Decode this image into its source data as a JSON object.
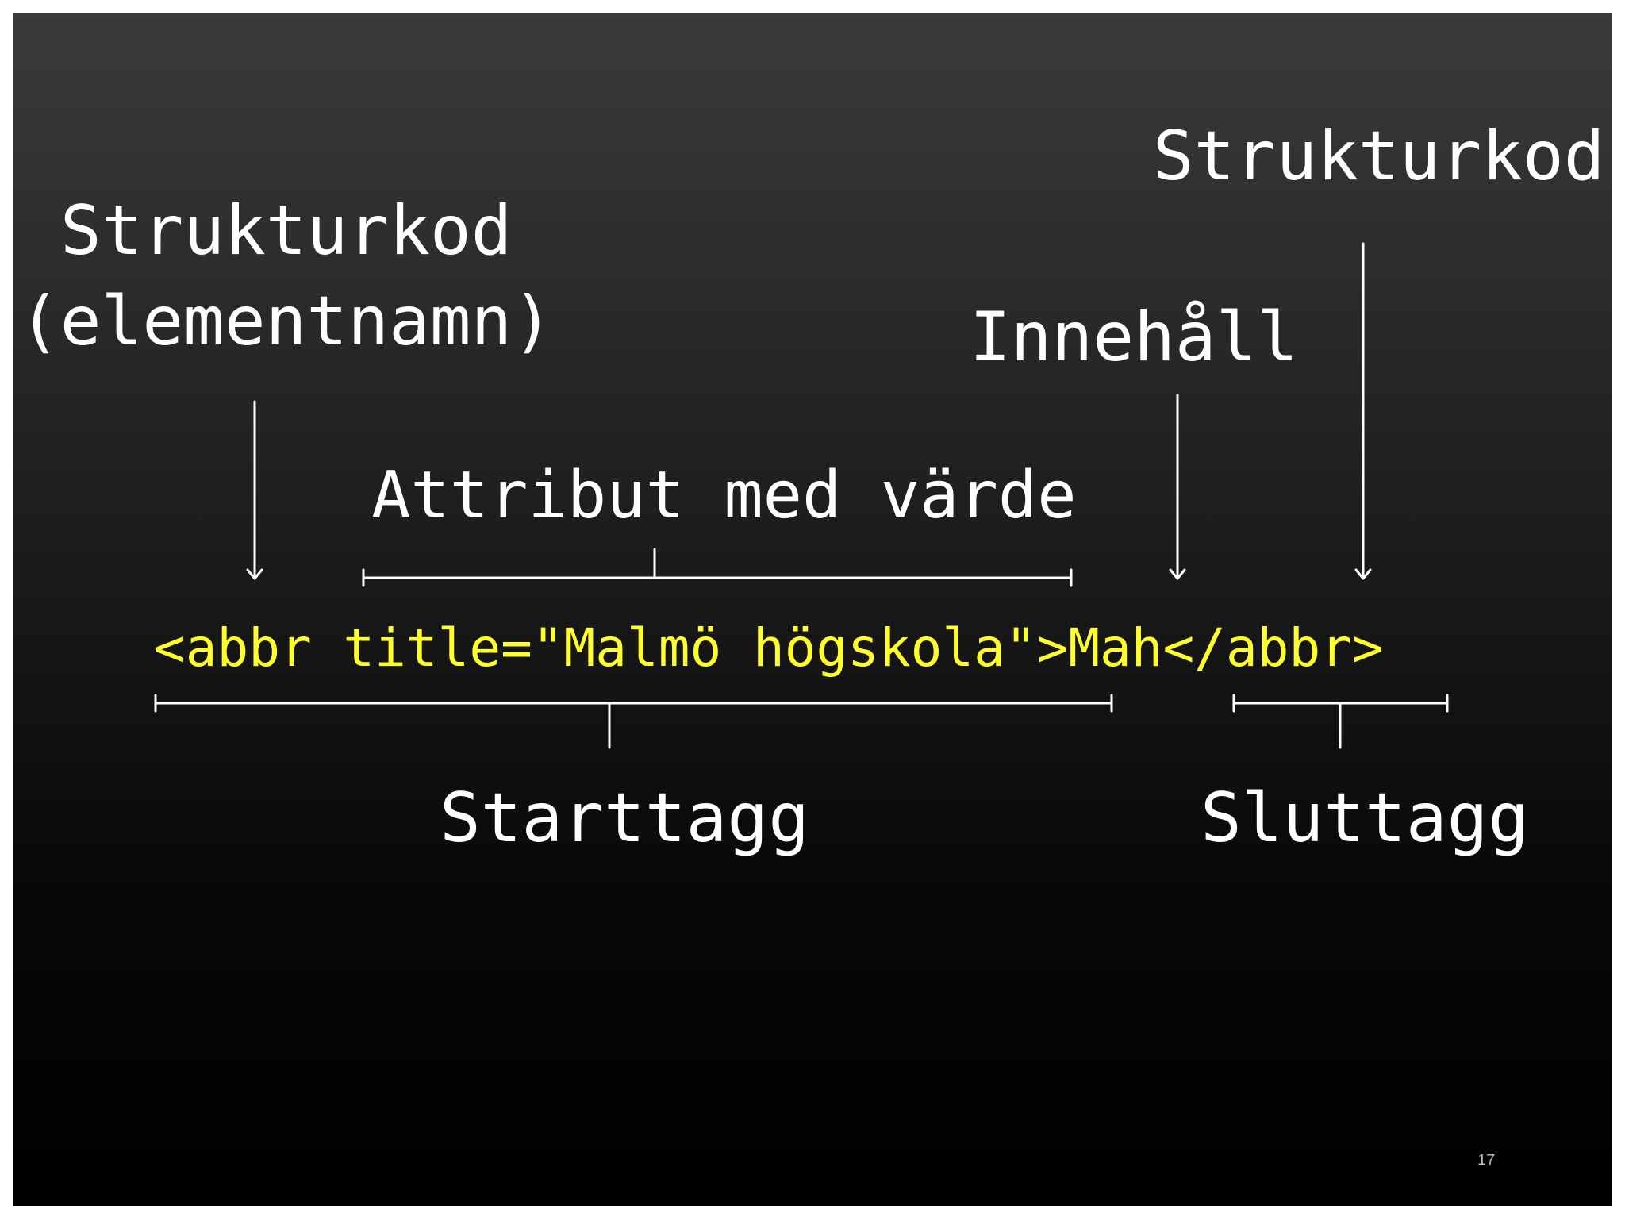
{
  "labels": {
    "strukturkod_left": "Strukturkod",
    "elementnamn": "(elementnamn)",
    "attribut_med_varde": "Attribut med värde",
    "innehall": "Innehåll",
    "strukturkod_right": "Strukturkod",
    "starttagg": "Starttagg",
    "sluttagg": "Sluttagg"
  },
  "code": {
    "text": "<abbr title=\"Malmö högskola\">Mah</abbr>",
    "color": "#ffff2e"
  },
  "page_number": "17",
  "colors": {
    "background_top": "#3b3b3b",
    "background_bottom": "#000000",
    "text": "#ffffff",
    "lines": "#ffffff"
  }
}
